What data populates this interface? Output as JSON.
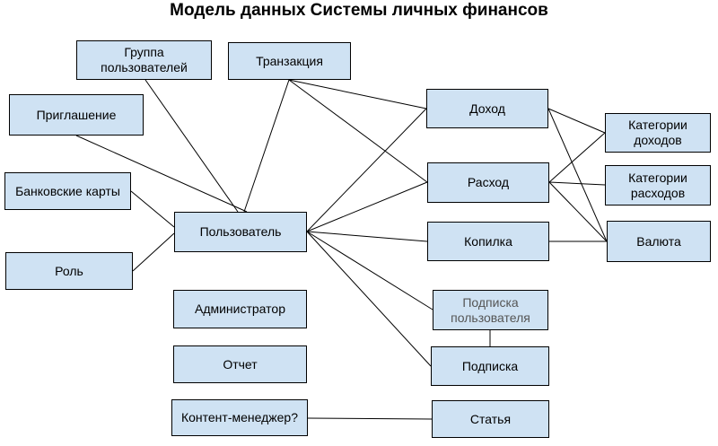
{
  "title": "Модель данных Системы личных финансов",
  "colors": {
    "node_fill": "#cfe2f3",
    "node_border": "#000000",
    "edge": "#000000",
    "muted_text": "#555555"
  },
  "nodes": {
    "group": {
      "label": "Группа\nпользователей"
    },
    "transaction": {
      "label": "Транзакция"
    },
    "invite": {
      "label": "Приглашение"
    },
    "cards": {
      "label": "Банковские карты"
    },
    "role": {
      "label": "Роль"
    },
    "user": {
      "label": "Пользователь"
    },
    "admin": {
      "label": "Администратор"
    },
    "report": {
      "label": "Отчет"
    },
    "manager": {
      "label": "Контент-менеджер?"
    },
    "income": {
      "label": "Доход"
    },
    "expense": {
      "label": "Расход"
    },
    "piggy": {
      "label": "Копилка"
    },
    "usersub": {
      "label": "Подписка\nпользователя"
    },
    "sub": {
      "label": "Подписка"
    },
    "article": {
      "label": "Статья"
    },
    "inccat": {
      "label": "Категории\nдоходов"
    },
    "expcat": {
      "label": "Категории\nрасходов"
    },
    "currency": {
      "label": "Валюта"
    }
  },
  "edges": [
    [
      "group",
      "user"
    ],
    [
      "invite",
      "user"
    ],
    [
      "cards",
      "user"
    ],
    [
      "role",
      "user"
    ],
    [
      "transaction",
      "user"
    ],
    [
      "transaction",
      "income"
    ],
    [
      "transaction",
      "expense"
    ],
    [
      "user",
      "income"
    ],
    [
      "user",
      "expense"
    ],
    [
      "user",
      "piggy"
    ],
    [
      "user",
      "usersub"
    ],
    [
      "user",
      "sub"
    ],
    [
      "usersub",
      "sub"
    ],
    [
      "income",
      "inccat"
    ],
    [
      "income",
      "currency"
    ],
    [
      "expense",
      "inccat"
    ],
    [
      "expense",
      "expcat"
    ],
    [
      "expense",
      "currency"
    ],
    [
      "piggy",
      "currency"
    ],
    [
      "manager",
      "article"
    ]
  ]
}
